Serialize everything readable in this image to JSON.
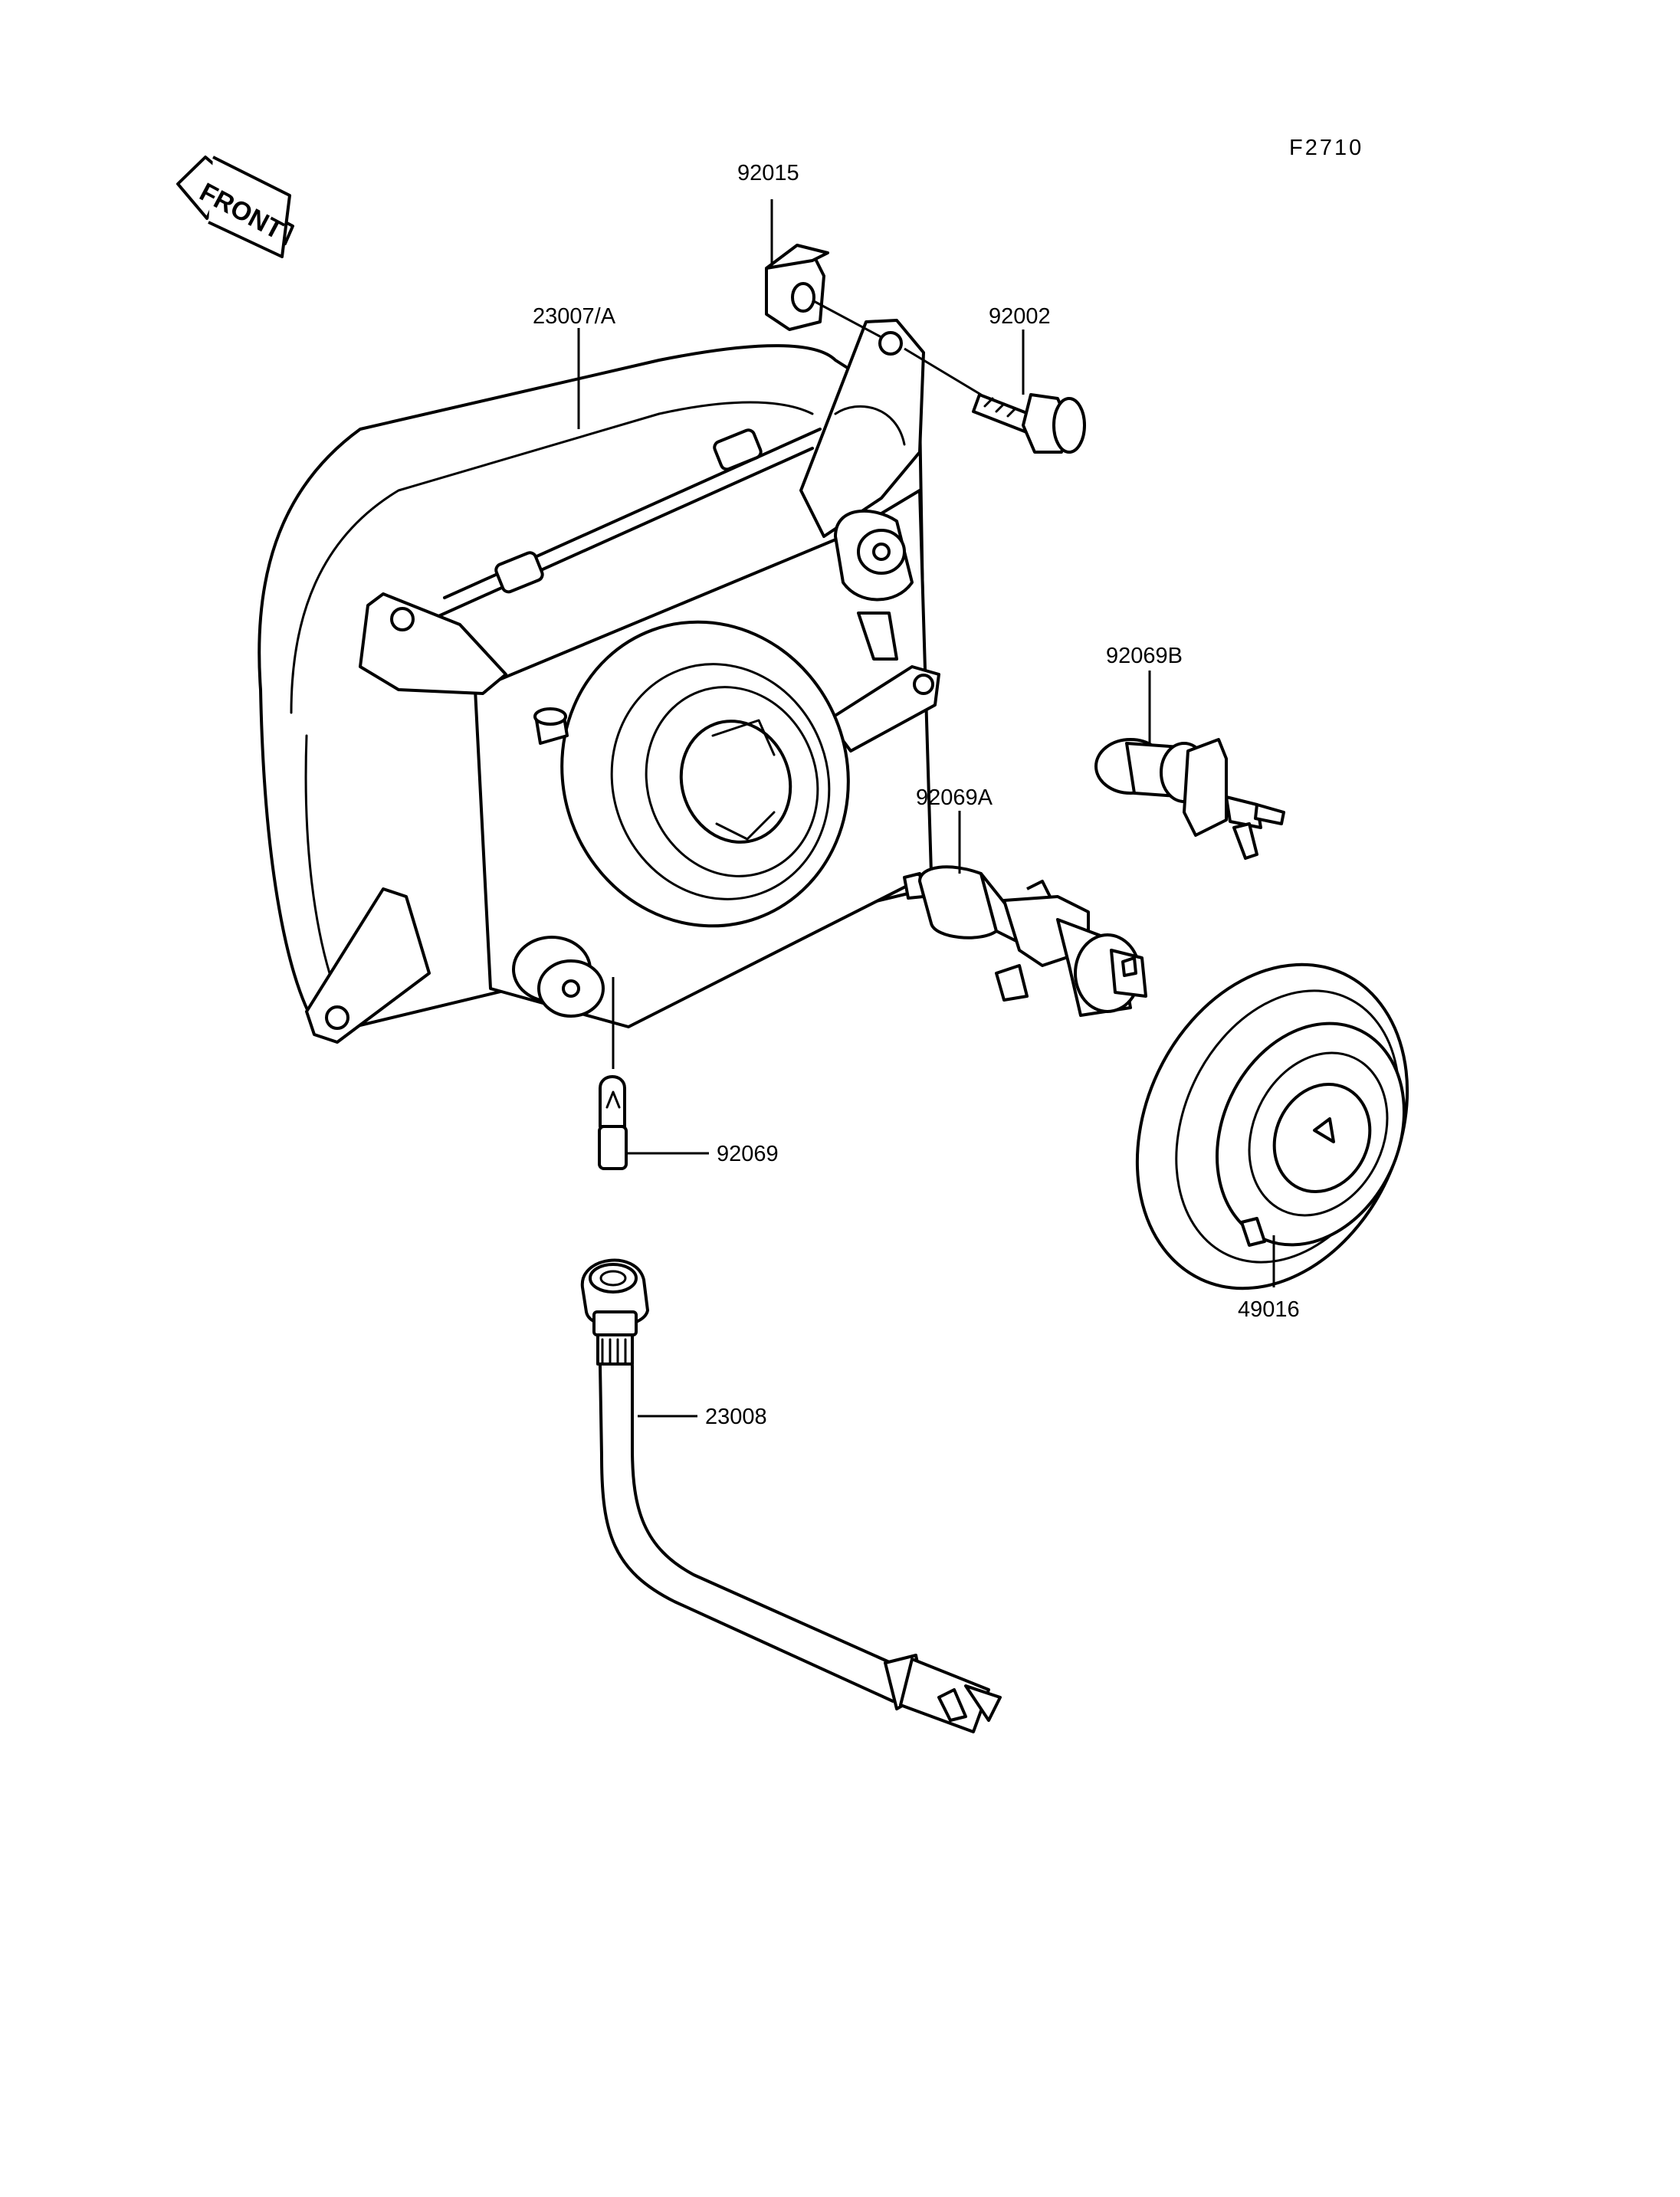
{
  "diagram": {
    "code": "F2710",
    "front_label": "FRONT",
    "parts": [
      {
        "id": "92015",
        "label": "92015",
        "name": "clip-nut"
      },
      {
        "id": "92002",
        "label": "92002",
        "name": "bolt"
      },
      {
        "id": "23007A",
        "label": "23007/A",
        "name": "headlight-unit"
      },
      {
        "id": "92069B",
        "label": "92069B",
        "name": "bulb-b"
      },
      {
        "id": "92069A",
        "label": "92069A",
        "name": "bulb-a"
      },
      {
        "id": "92069",
        "label": "92069",
        "name": "small-bulb"
      },
      {
        "id": "49016",
        "label": "49016",
        "name": "dust-cover"
      },
      {
        "id": "23008",
        "label": "23008",
        "name": "socket-wire"
      }
    ]
  }
}
